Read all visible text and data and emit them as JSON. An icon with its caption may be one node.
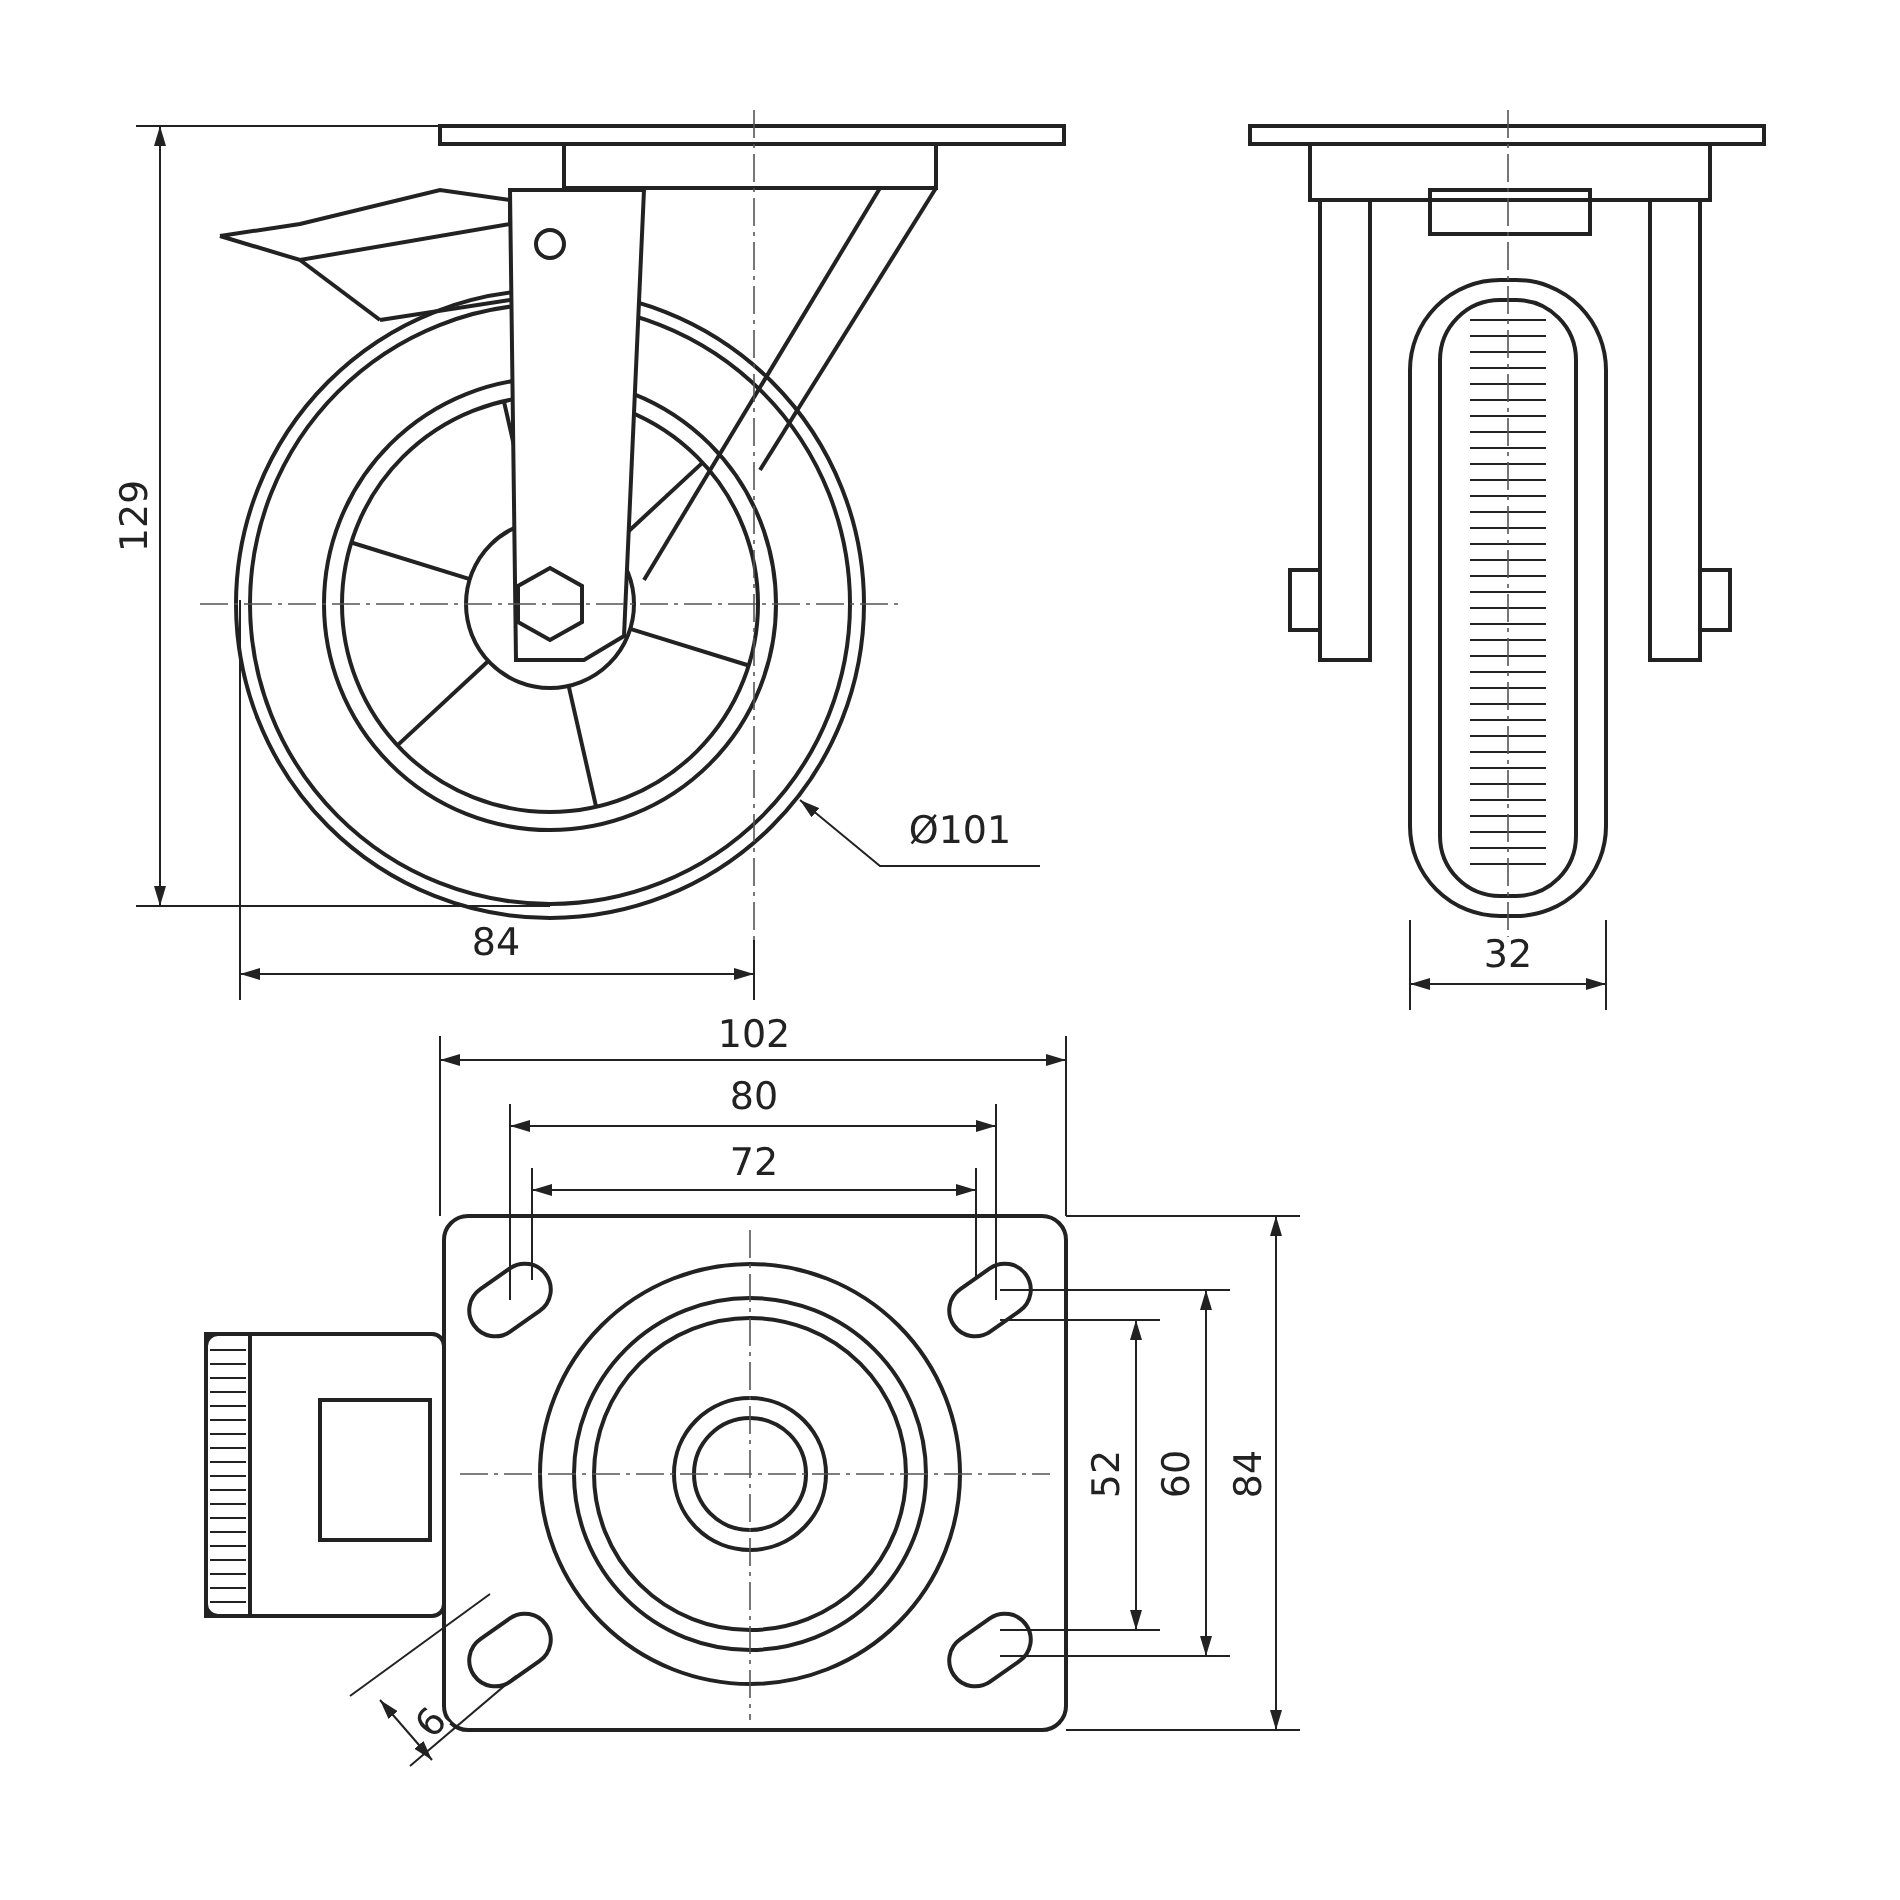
{
  "diagram": {
    "labels": [
      "129",
      "Ø101",
      "84",
      "32",
      "102",
      "80",
      "72",
      "52",
      "60",
      "84",
      "9"
    ]
  }
}
